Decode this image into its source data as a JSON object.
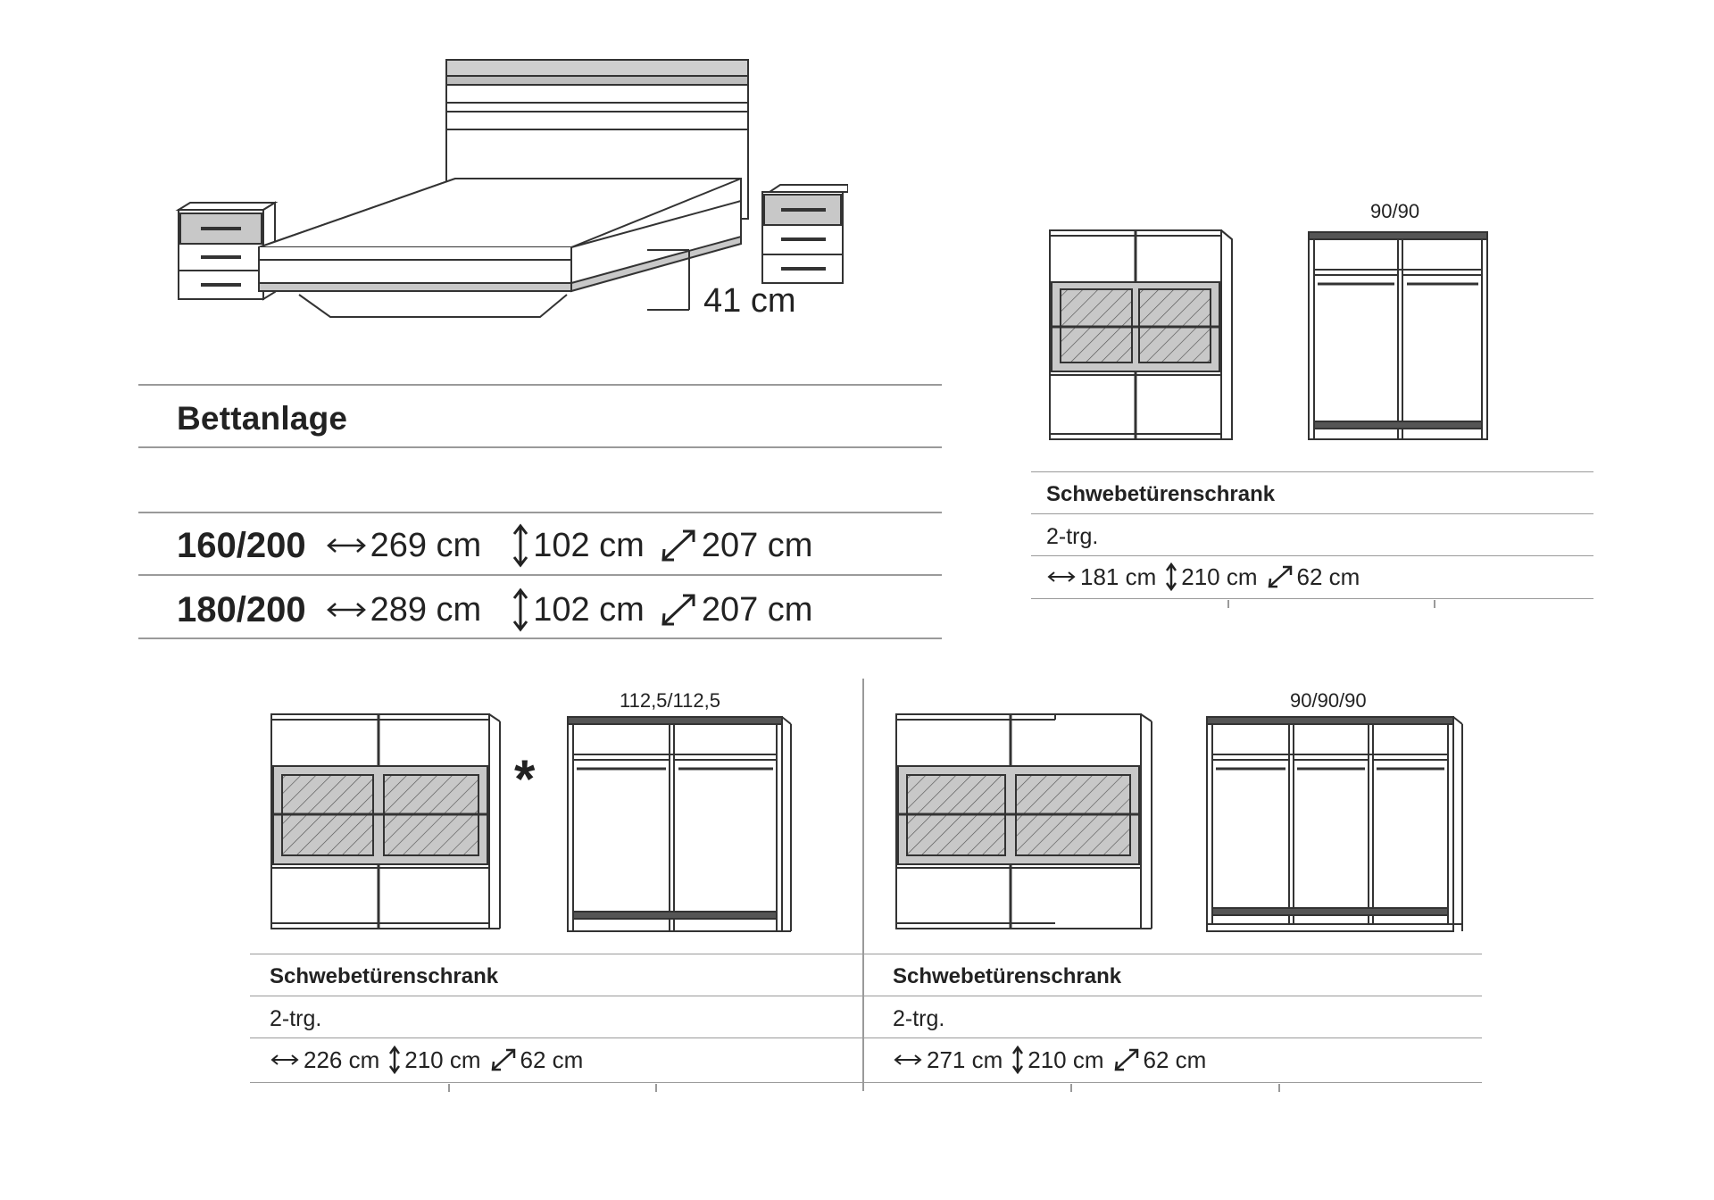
{
  "bed": {
    "title": "Bettanlage",
    "height_note": "41 cm",
    "variants": [
      {
        "size": "160/200",
        "width": "269 cm",
        "height": "102 cm",
        "depth": "207 cm"
      },
      {
        "size": "180/200",
        "width": "289 cm",
        "height": "102 cm",
        "depth": "207 cm"
      }
    ]
  },
  "wardrobes": [
    {
      "title": "Schwebetürenschrank",
      "doors": "2-trg.",
      "interior_label": "90/90",
      "width": "181 cm",
      "height": "210 cm",
      "depth": "62 cm"
    },
    {
      "title": "Schwebetürenschrank",
      "doors": "2-trg.",
      "interior_label": "112,5/112,5",
      "width": "226 cm",
      "height": "210 cm",
      "depth": "62 cm",
      "marker": "*"
    },
    {
      "title": "Schwebetürenschrank",
      "doors": "2-trg.",
      "interior_label": "90/90/90",
      "width": "271 cm",
      "height": "210 cm",
      "depth": "62 cm"
    }
  ],
  "icons": [
    "width-arrow-icon",
    "height-arrow-icon",
    "depth-arrow-icon"
  ]
}
